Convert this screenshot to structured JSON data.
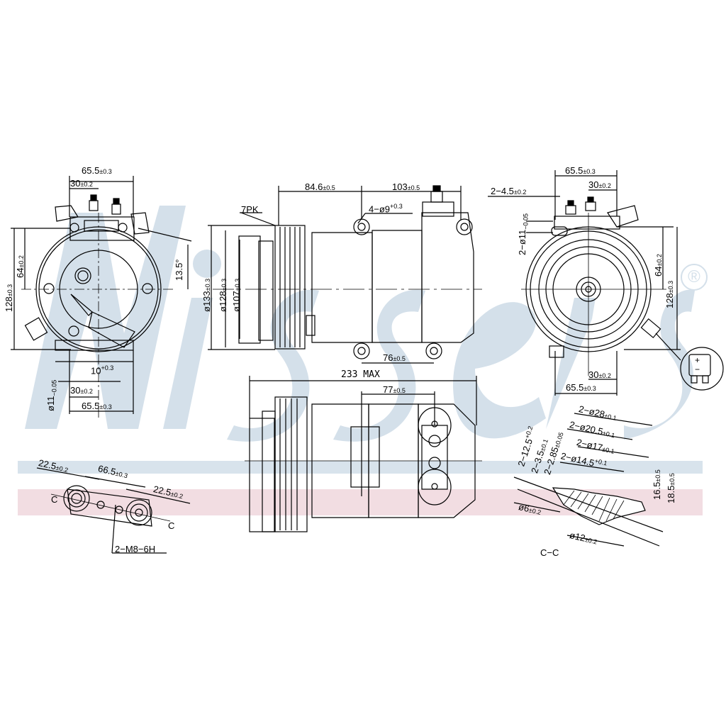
{
  "watermark": {
    "brand_text": "Nissens",
    "registered_mark": "®",
    "colors": {
      "logo": "#d4e0ea",
      "band_blue": "#d8e3ec",
      "band_pink": "#f2dde2"
    }
  },
  "front_view_left": {
    "dim_top_width": "65.5",
    "dim_top_width_tol": "±0.3",
    "dim_top_port": "30",
    "dim_top_port_tol": "±0.2",
    "dim_height_half": "64",
    "dim_height_half_tol": "±0.2",
    "dim_height_total": "128",
    "dim_height_total_tol": "±0.3",
    "angle": "13.5°",
    "dim_slot": "10",
    "dim_slot_tol_upper": "+0.3",
    "dim_slot_tol_lower": "0",
    "dim_hole_dia": "ø11",
    "dim_hole_dia_tol_upper": "0",
    "dim_hole_dia_tol_lower": "−0.05",
    "dim_bottom_port": "30",
    "dim_bottom_port_tol": "±0.2",
    "dim_bottom_width": "65.5",
    "dim_bottom_width_tol": "±0.3"
  },
  "side_view_top": {
    "pulley_label": "7PK",
    "dim_pulley_to_mount": "84.6",
    "dim_pulley_to_mount_tol": "±0.5",
    "dim_mount_span": "103",
    "dim_mount_span_tol": "±0.5",
    "dim_mount_holes": "4−ø9",
    "dim_mount_holes_tol_upper": "+0.3",
    "dim_mount_holes_tol_lower": "0",
    "dim_dia_outer": "ø133",
    "dim_dia_outer_tol": "±0.3",
    "dim_dia_pulley": "ø128",
    "dim_dia_pulley_tol": "±0.3",
    "dim_dia_inner": "ø107",
    "dim_dia_inner_tol": "±0.3",
    "dim_lower_mount": "76",
    "dim_lower_mount_tol": "±0.5"
  },
  "rear_view_right": {
    "dim_top_width": "65.5",
    "dim_top_width_tol": "±0.3",
    "dim_top_port": "30",
    "dim_top_port_tol": "±0.2",
    "dim_slot": "2−4.5",
    "dim_slot_tol": "±0.2",
    "dim_hole_dia": "2−ø11",
    "dim_hole_dia_tol_upper": "0",
    "dim_hole_dia_tol_lower": "−0.05",
    "dim_height_half": "64",
    "dim_height_half_tol": "±0.2",
    "dim_height_total": "128",
    "dim_height_total_tol": "±0.3",
    "dim_bottom_port": "30",
    "dim_bottom_port_tol": "±0.2",
    "dim_bottom_width": "65.5",
    "dim_bottom_width_tol": "±0.3",
    "connector_plus": "+",
    "connector_minus": "−"
  },
  "side_view_bottom": {
    "dim_overall_length": "233  MAX",
    "dim_port_offset": "77",
    "dim_port_offset_tol": "±0.5"
  },
  "port_plate_view": {
    "dim_left": "22.5",
    "dim_left_tol": "±0.2",
    "dim_center": "66.5",
    "dim_center_tol": "±0.3",
    "dim_right": "22.5",
    "dim_right_tol": "±0.2",
    "section_mark_left": "C",
    "section_mark_right": "C",
    "thread_callout": "2−M8−6H"
  },
  "section_cc": {
    "title": "C−C",
    "dim_a": "2−12.5",
    "dim_a_tol_upper": "+0.2",
    "dim_a_tol_lower": "0",
    "dim_b": "2−3.5",
    "dim_b_tol": "±0.1",
    "dim_c": "2−2.85",
    "dim_c_tol": "±0.05",
    "dim_d": "2−ø28",
    "dim_d_tol": "±0.1",
    "dim_e": "2−ø20.5",
    "dim_e_tol": "±0.1",
    "dim_f": "2−ø17",
    "dim_f_tol": "±0.1",
    "dim_g": "2−ø14.5",
    "dim_g_tol_upper": "+0.1",
    "dim_g_tol_lower": "0",
    "dim_h": "16.5",
    "dim_h_tol": "±0.5",
    "dim_i": "18.5",
    "dim_i_tol": "±0.5",
    "dim_j": "ø6",
    "dim_j_tol": "±0.2",
    "dim_k": "ø12",
    "dim_k_tol": "±0.2"
  }
}
